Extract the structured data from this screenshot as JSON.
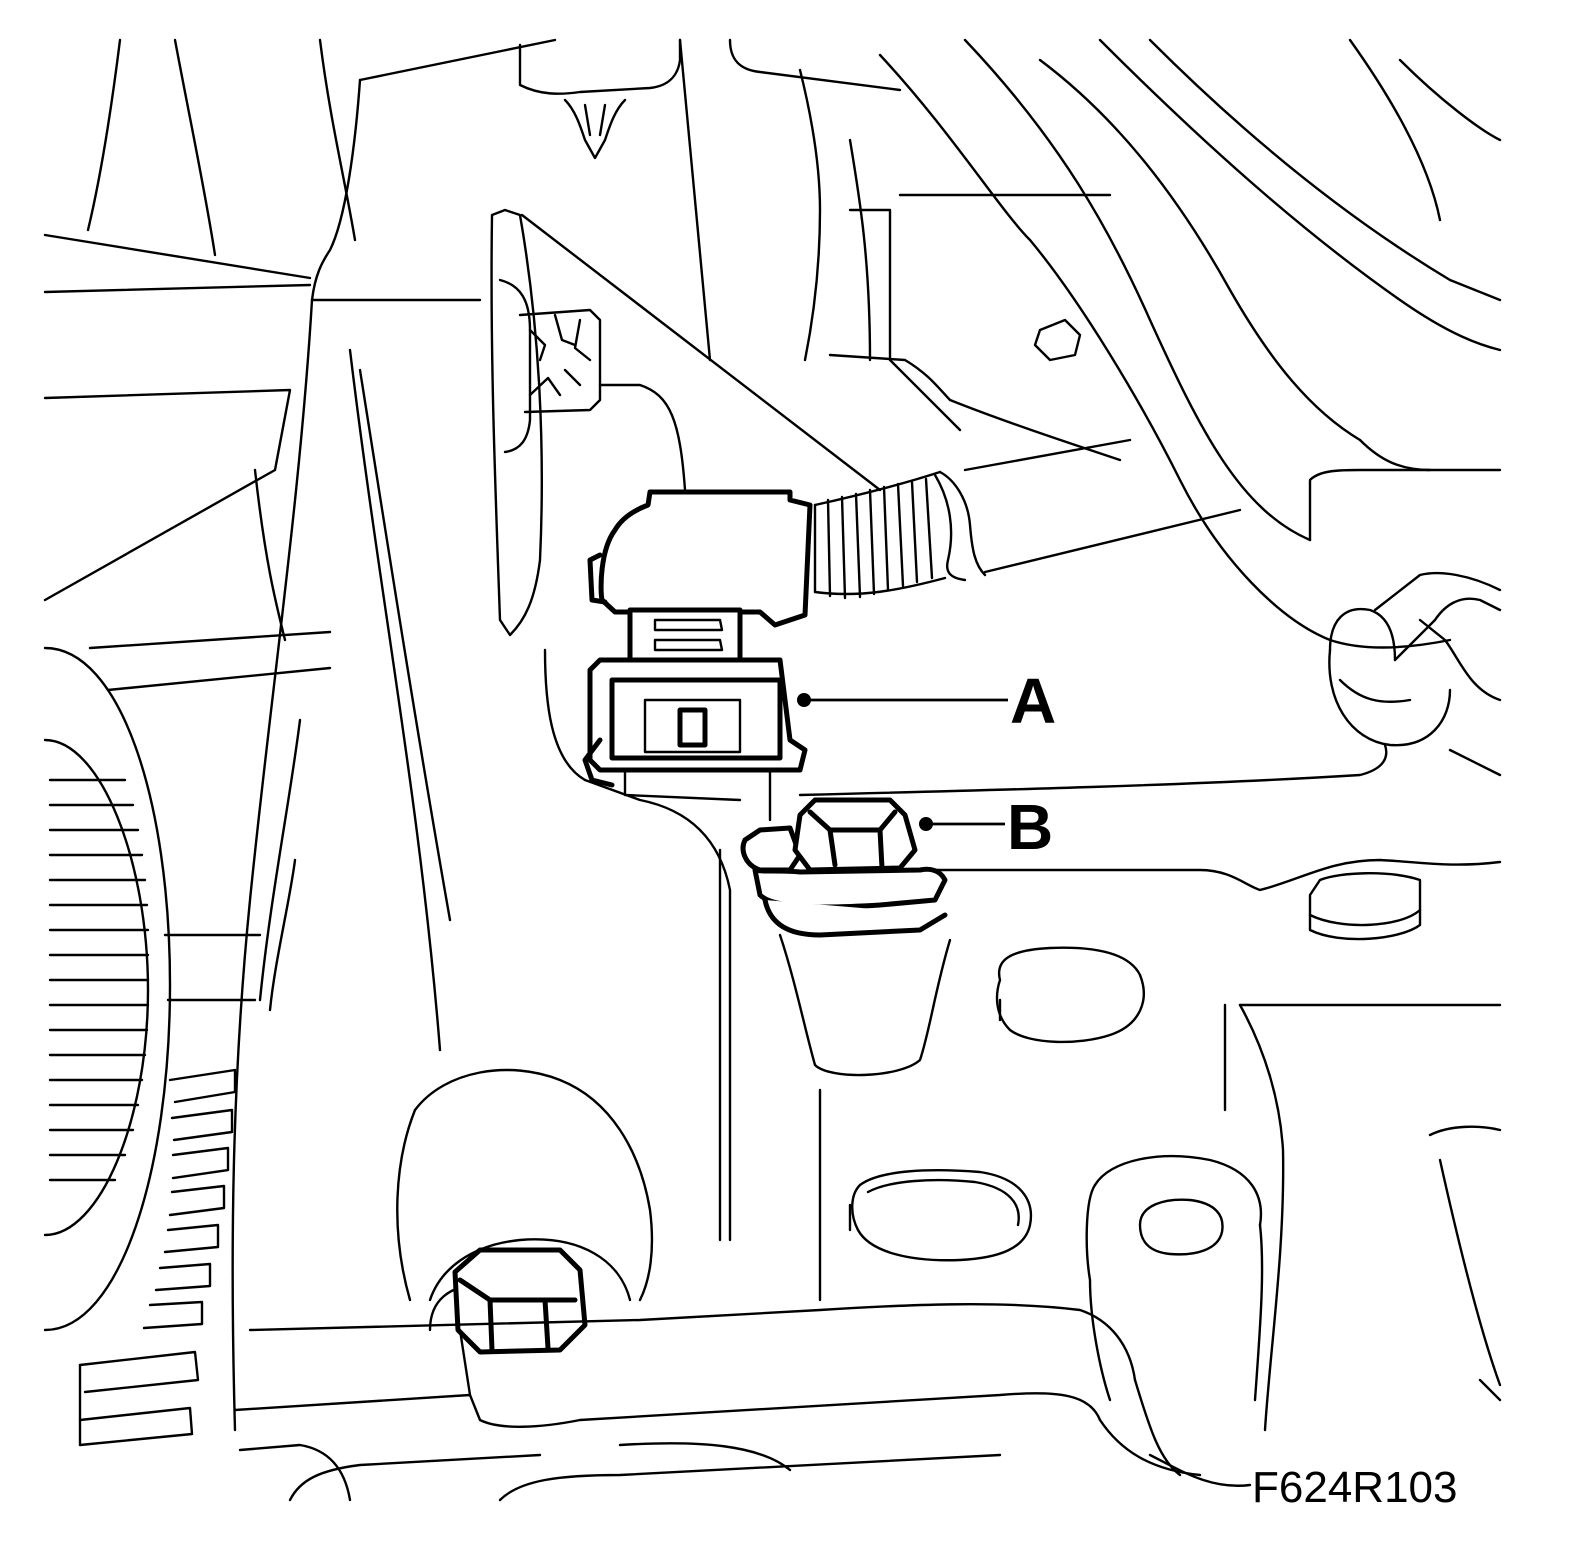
{
  "callouts": [
    {
      "id": "A",
      "label": "A"
    },
    {
      "id": "B",
      "label": "B"
    }
  ],
  "figure_id": "F624R103",
  "colors": {
    "line": "#000000",
    "background": "#ffffff"
  }
}
